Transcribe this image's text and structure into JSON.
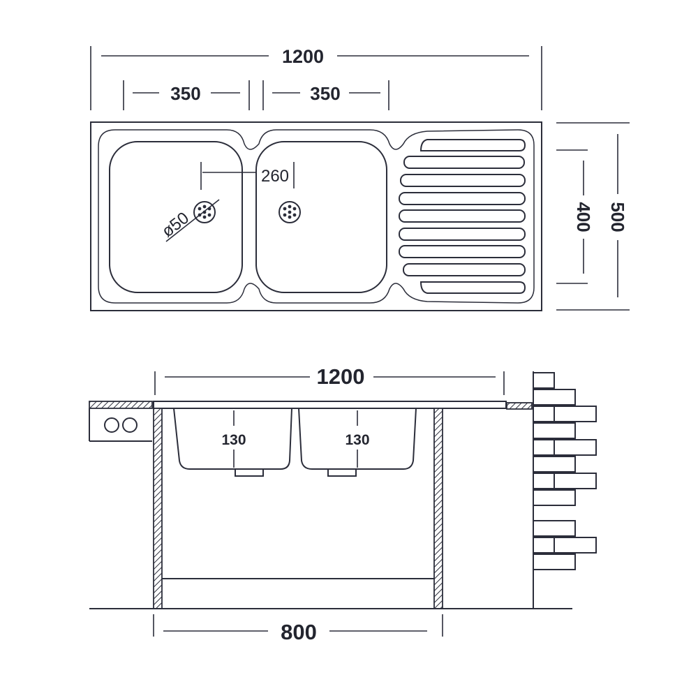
{
  "top_view": {
    "overall_width": "1200",
    "bowl_left_width": "350",
    "bowl_right_width": "350",
    "drain_spacing": "260",
    "drain_diameter": "ø50",
    "bowl_depth": "400",
    "overall_depth": "500"
  },
  "side_view": {
    "overall_width": "1200",
    "bowl_left_depth": "130",
    "bowl_right_depth": "130",
    "cabinet_width": "800"
  }
}
